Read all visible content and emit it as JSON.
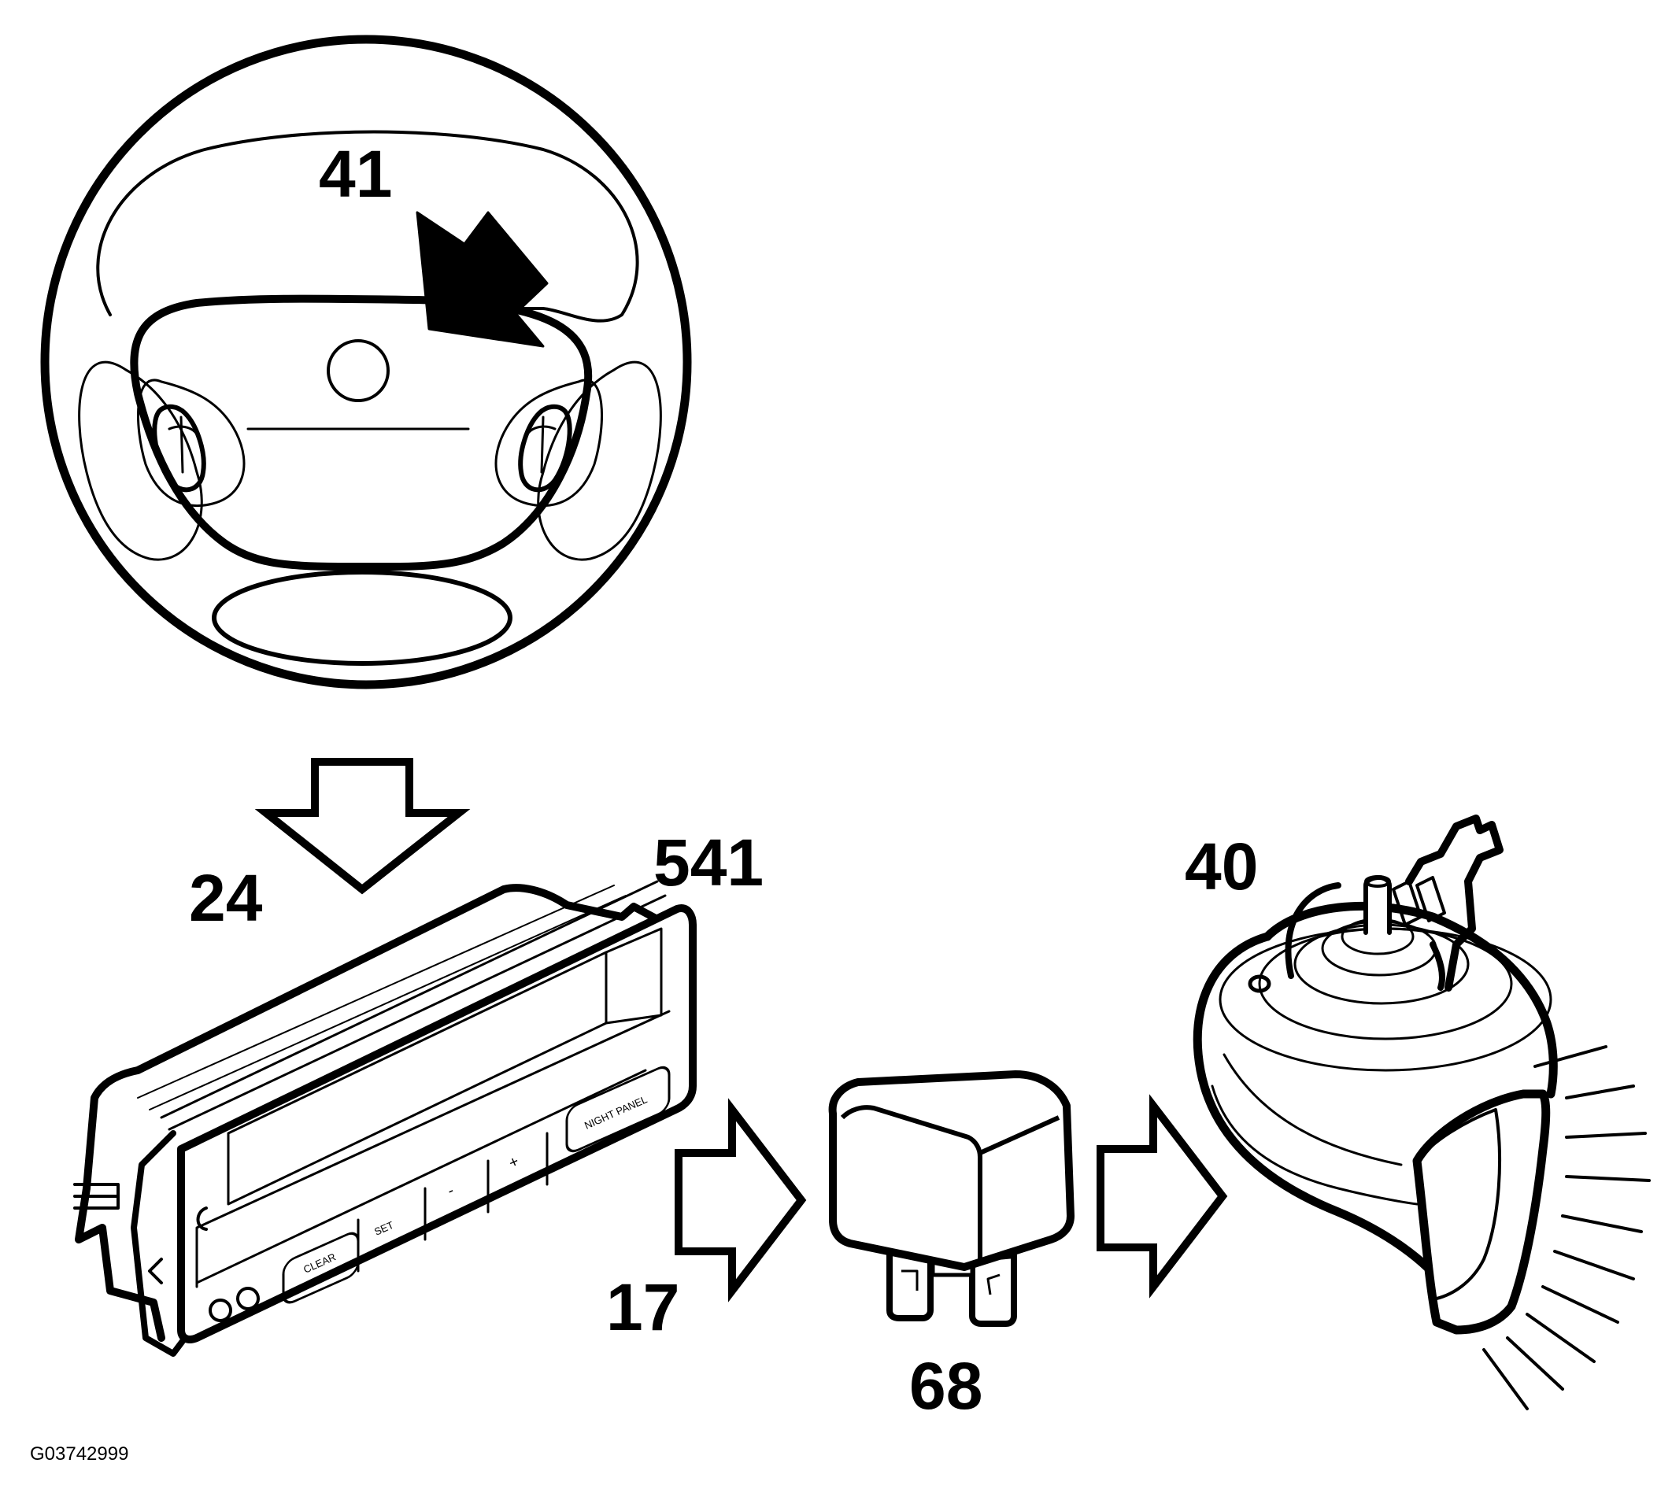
{
  "callouts": {
    "steering_wheel": "41",
    "control_module": "24",
    "module_connector": "541",
    "relay_input": "17",
    "relay": "68",
    "horn": "40"
  },
  "figure_id": "G03742999",
  "module_buttons": {
    "clear": "CLEAR",
    "set": "SET",
    "minus": "-",
    "plus": "+",
    "night_panel": "NIGHT PANEL"
  }
}
